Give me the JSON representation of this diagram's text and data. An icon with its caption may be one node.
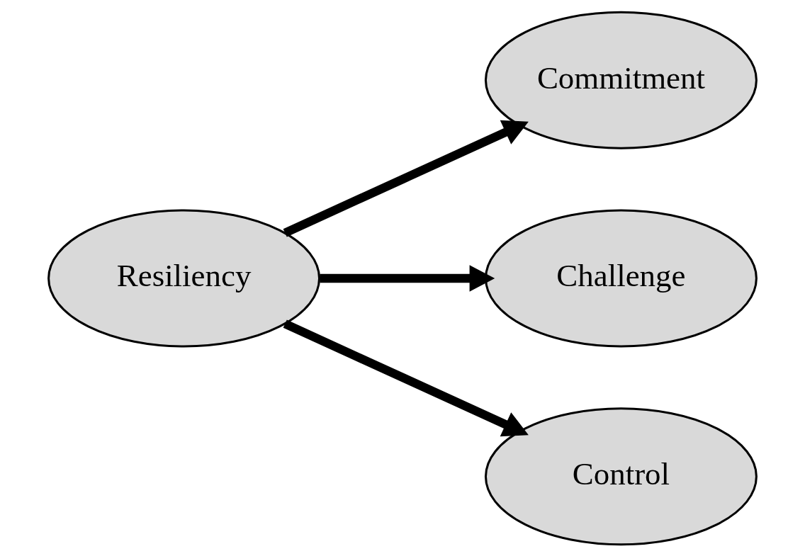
{
  "diagram": {
    "nodes": [
      {
        "text": [
          "Resiliency"
        ]
      },
      {
        "text": [
          "Commitment"
        ]
      },
      {
        "text": [
          "Challenge"
        ]
      },
      {
        "text": [
          "Control"
        ]
      }
    ],
    "edges": [
      {
        "from": 0,
        "to": 1,
        "arrow": "to"
      },
      {
        "from": 0,
        "to": 2,
        "arrow": "to"
      },
      {
        "from": 0,
        "to": 3,
        "arrow": "to"
      }
    ]
  }
}
